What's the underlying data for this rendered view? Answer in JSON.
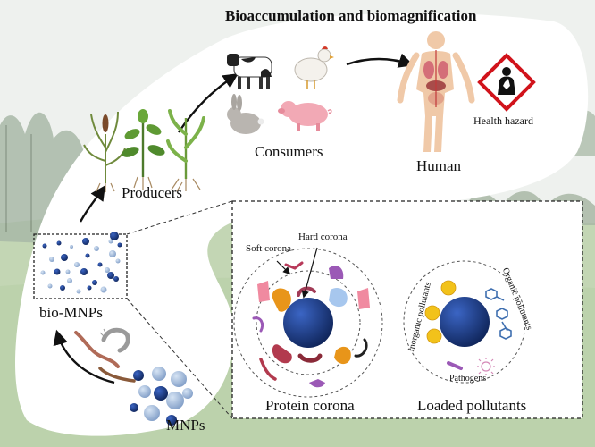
{
  "title": "Bioaccumulation and biomagnification",
  "labels": {
    "consumers": "Consumers",
    "human": "Human",
    "health_hazard": "Health hazard",
    "producers": "Producers",
    "bio_mnps": "bio-MNPs",
    "mnps": "MNPs",
    "protein_corona": "Protein corona",
    "loaded_pollutants": "Loaded pollutants",
    "soft_corona": "Soft corona",
    "hard_corona": "Hard corona",
    "inorganic_pollutants": "Inorganic pollutants",
    "organic_pollutants": "Organic pollutants",
    "pathogens": "Pathogens"
  },
  "colors": {
    "sky": "#eef1ee",
    "grass": "#c3d6b4",
    "cloud": "#ffffff",
    "particle": "#1f3f86",
    "hazard_red": "#d1131b",
    "inset_border": "#222222"
  },
  "icons": [
    "cow-icon",
    "chicken-icon",
    "rabbit-icon",
    "pig-icon",
    "human-icon",
    "health-hazard-icon",
    "plants-icon",
    "worm-icon",
    "shrimp-icon"
  ]
}
